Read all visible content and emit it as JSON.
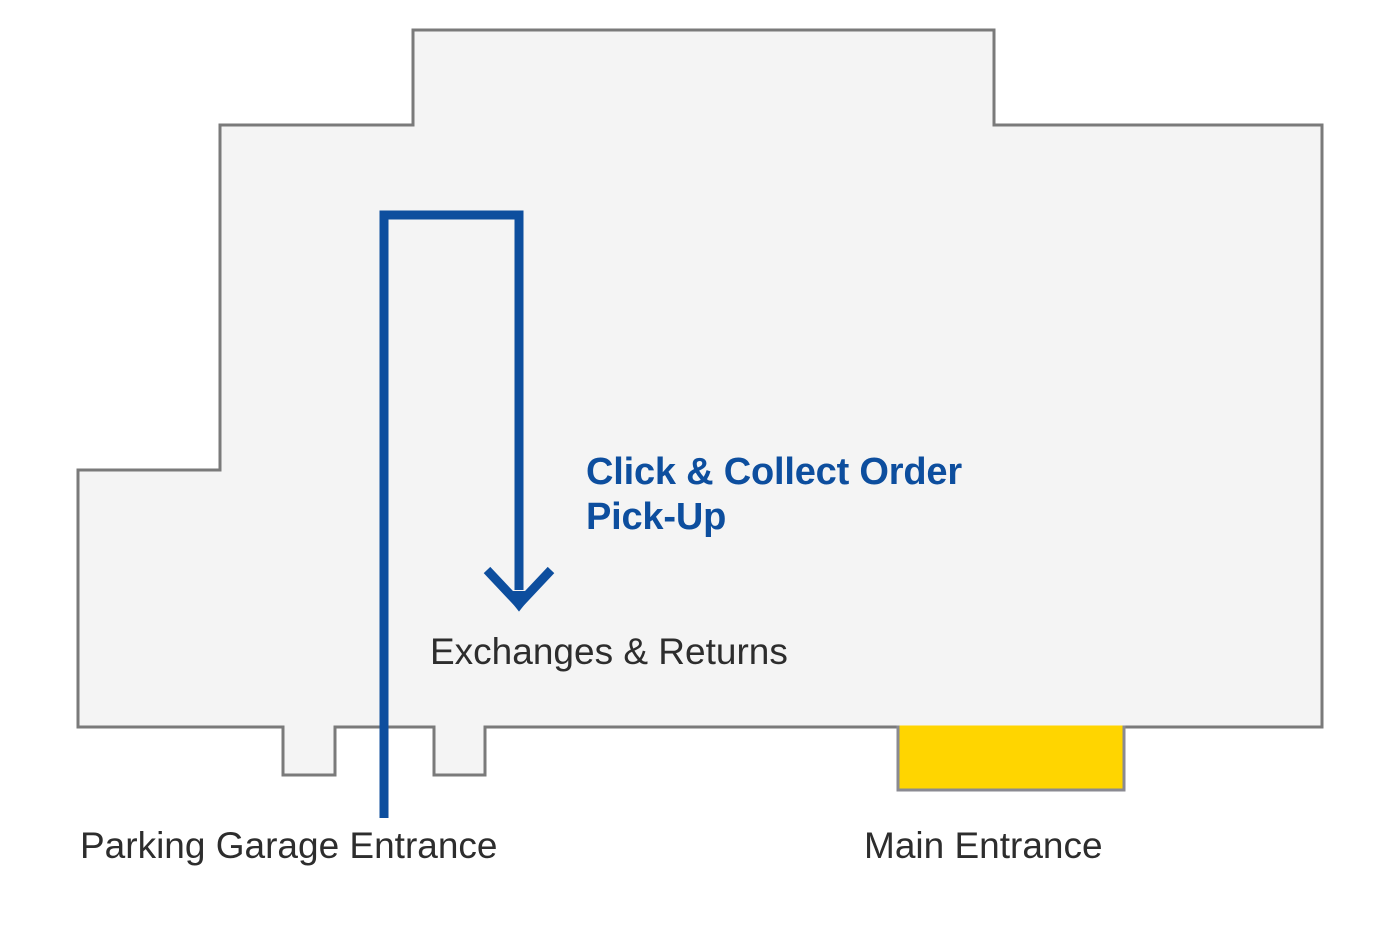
{
  "diagram": {
    "type": "store-floor-plan",
    "title_visible": false,
    "colors": {
      "building_fill": "#F4F4F4",
      "building_stroke": "#7A7A7A",
      "route_blue": "#0D4E9E",
      "entrance_yellow": "#FFD500",
      "entrance_yellow_stroke": "#8A8A92",
      "label_gray": "#2D2D2D"
    },
    "labels": {
      "pickup": "Click & Collect Order\nPick-Up",
      "pickup_line1": "Click & Collect Order",
      "pickup_line2": "Pick-Up",
      "exchanges": "Exchanges & Returns",
      "parking_entrance": "Parking Garage Entrance",
      "main_entrance": "Main Entrance"
    },
    "route": {
      "name": "click-and-collect-route",
      "description": "Route from Parking Garage Entrance up and around to Exchanges & Returns counter",
      "start": "Parking Garage Entrance",
      "end": "Exchanges & Returns",
      "arrow_direction": "down"
    },
    "markers": [
      {
        "name": "main-entrance-marker",
        "shape": "rectangle",
        "color": "#FFD500"
      }
    ]
  }
}
